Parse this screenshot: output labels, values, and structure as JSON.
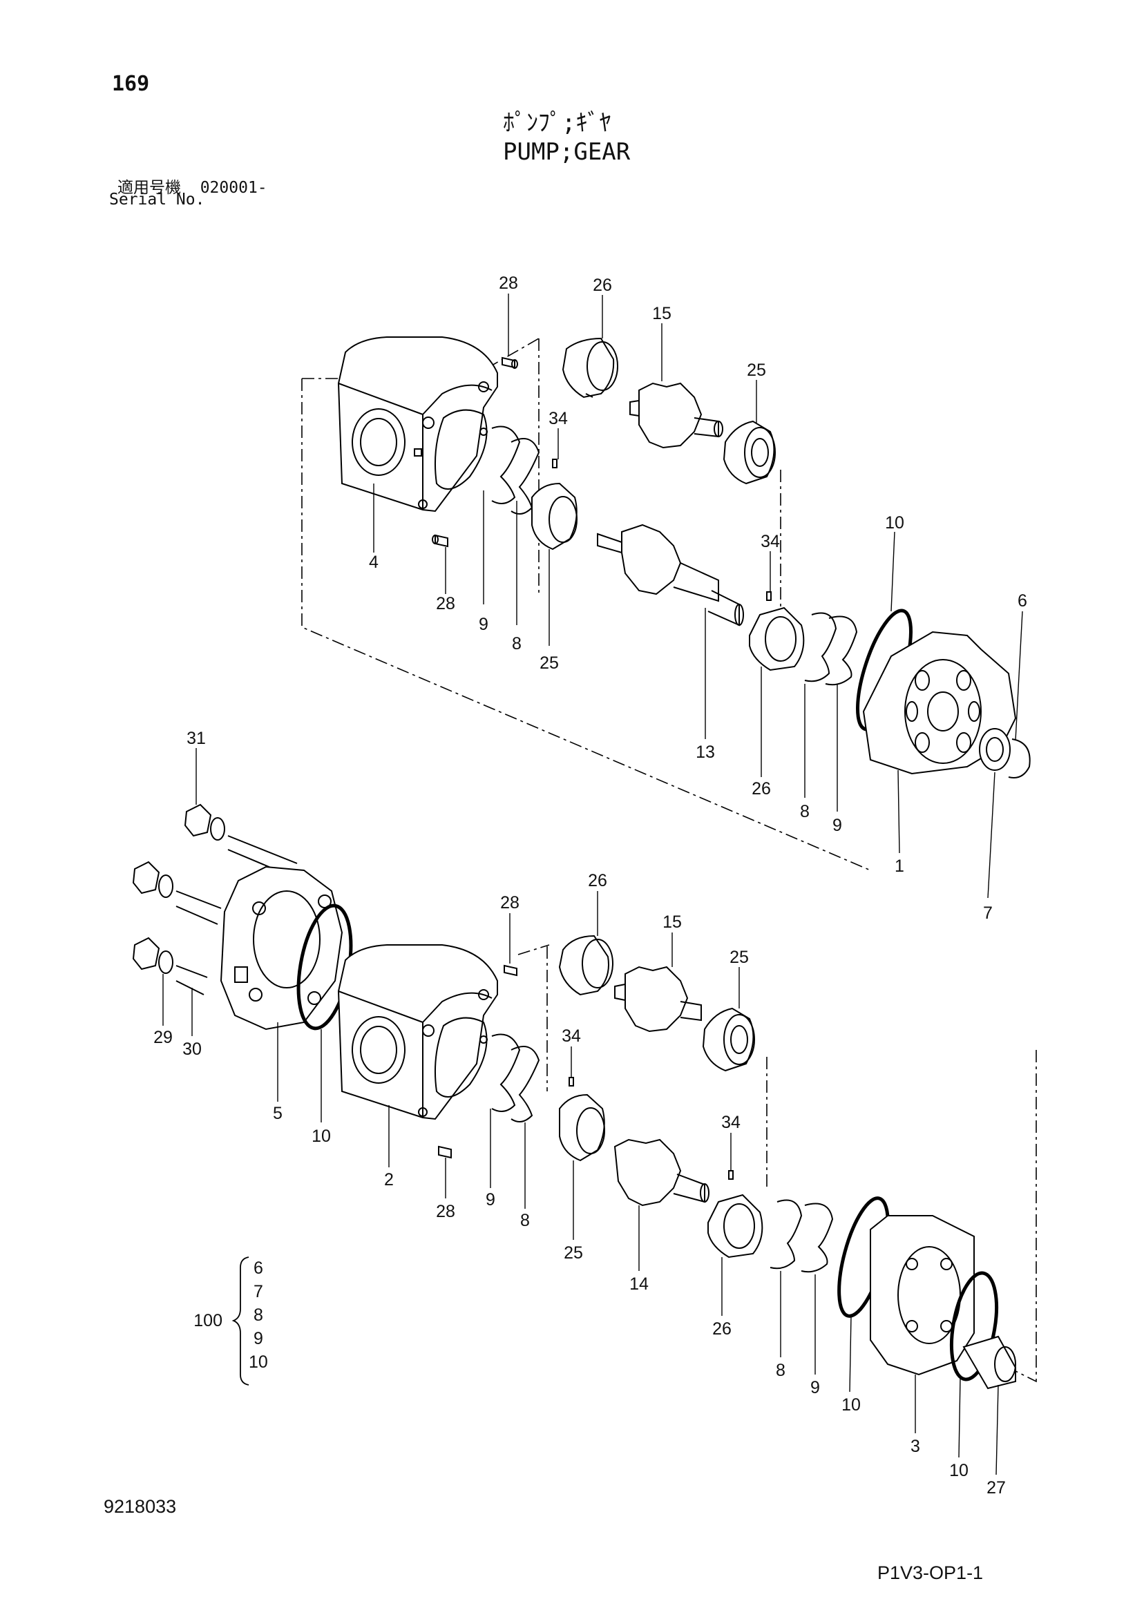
{
  "page": {
    "number": "169",
    "title_jp": "ﾎﾟﾝﾌﾟ;ｷﾞﾔ",
    "title_en": "PUMP;GEAR",
    "serial_label_jp": "適用号機",
    "serial_value": "020001-",
    "serial_label_en": "Serial No.",
    "doc_code": "9218033",
    "footer_code": "P1V3-OP1-1"
  },
  "callouts": {
    "upper": [
      "28",
      "26",
      "15",
      "25",
      "34",
      "4",
      "28",
      "9",
      "8",
      "25",
      "34",
      "10",
      "6",
      "13",
      "26",
      "8",
      "9",
      "1",
      "7"
    ],
    "lower": [
      "31",
      "26",
      "28",
      "15",
      "25",
      "34",
      "29",
      "30",
      "5",
      "10",
      "2",
      "28",
      "9",
      "8",
      "25",
      "34",
      "14",
      "26",
      "8",
      "9",
      "10",
      "3",
      "10",
      "27"
    ]
  },
  "kit": {
    "number": "100",
    "items": [
      "6",
      "7",
      "8",
      "9",
      "10"
    ]
  }
}
